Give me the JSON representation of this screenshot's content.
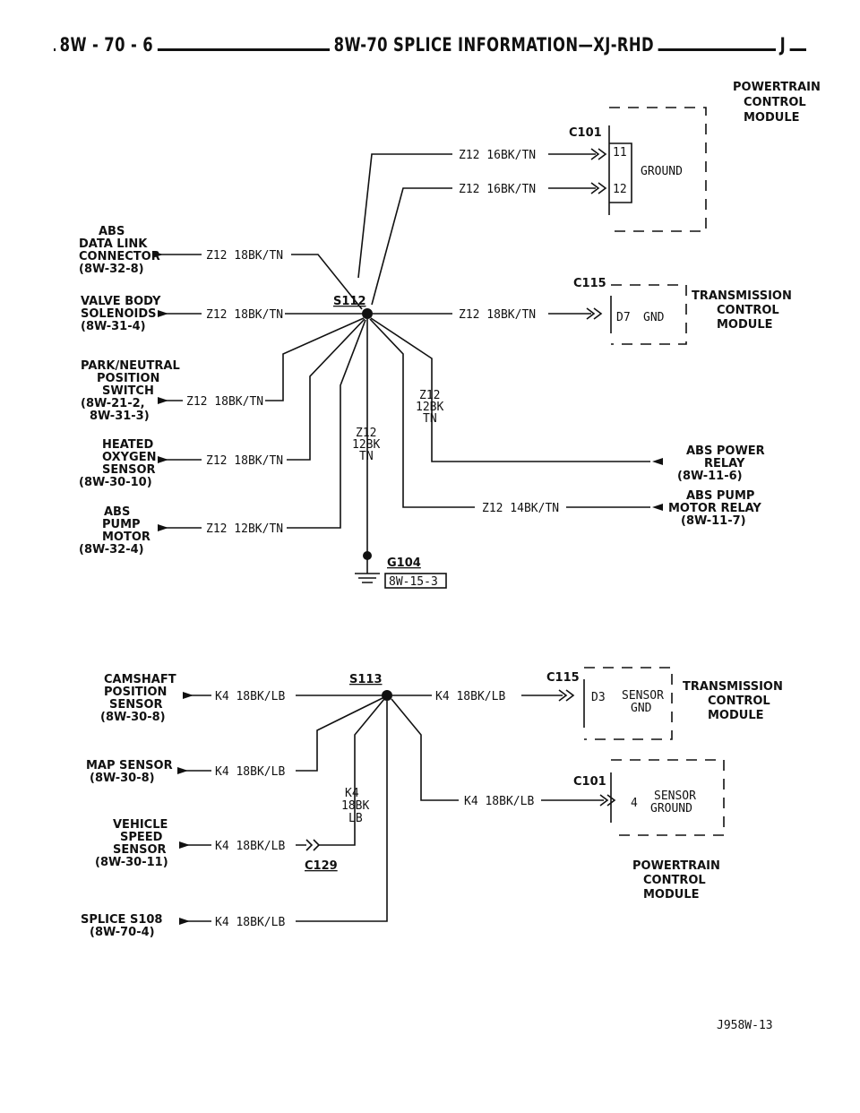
{
  "header": {
    "page_number": "8W - 70 - 6",
    "section_title": "8W-70 SPLICE INFORMATION—XJ-RHD",
    "brand_mark": "J"
  },
  "figure_id": "J958W-13",
  "upper": {
    "splice": "S112",
    "ground": {
      "id": "G104",
      "ref": "8W-15-3"
    },
    "vertical_wire": [
      "Z12",
      "12BK",
      "TN"
    ],
    "right_vertical_wire": [
      "Z12",
      "12BK",
      "TN"
    ],
    "pcm": {
      "title": [
        "POWERTRAIN",
        "CONTROL",
        "MODULE"
      ],
      "connector": "C101",
      "pins": [
        "11",
        "12"
      ],
      "function": "GROUND",
      "wire1": "Z12 16BK/TN",
      "wire2": "Z12 16BK/TN"
    },
    "tcm": {
      "title": [
        "TRANSMISSION",
        "CONTROL",
        "MODULE"
      ],
      "connector": "C115",
      "pin": "D7",
      "function": "GND",
      "wire": "Z12 18BK/TN"
    },
    "left": [
      {
        "name": [
          "ABS",
          "DATA LINK",
          "CONNECTOR",
          "(8W-32-8)"
        ],
        "wire": "Z12 18BK/TN"
      },
      {
        "name": [
          "VALVE BODY",
          "SOLENOIDS",
          "(8W-31-4)"
        ],
        "wire": "Z12 18BK/TN"
      },
      {
        "name": [
          "PARK/NEUTRAL",
          "POSITION",
          "SWITCH",
          "(8W-21-2,",
          "8W-31-3)"
        ],
        "wire": "Z12 18BK/TN"
      },
      {
        "name": [
          "HEATED",
          "OXYGEN",
          "SENSOR",
          "(8W-30-10)"
        ],
        "wire": "Z12 18BK/TN"
      },
      {
        "name": [
          "ABS",
          "PUMP",
          "MOTOR",
          "(8W-32-4)"
        ],
        "wire": "Z12 12BK/TN"
      }
    ],
    "right": [
      {
        "name": [
          "ABS POWER",
          "RELAY",
          "(8W-11-6)"
        ]
      },
      {
        "name": [
          "ABS PUMP",
          "MOTOR RELAY",
          "(8W-11-7)"
        ],
        "wire": "Z12 14BK/TN"
      }
    ]
  },
  "lower": {
    "splice": "S113",
    "connector_c129": "C129",
    "vertical_wire": [
      "K4",
      "18BK",
      "LB"
    ],
    "tcm": {
      "title": [
        "TRANSMISSION",
        "CONTROL",
        "MODULE"
      ],
      "connector": "C115",
      "pin": "D3",
      "function": [
        "SENSOR",
        "GND"
      ],
      "wire": "K4 18BK/LB"
    },
    "pcm": {
      "title": [
        "POWERTRAIN",
        "CONTROL",
        "MODULE"
      ],
      "connector": "C101",
      "pin": "4",
      "function": [
        "SENSOR",
        "GROUND"
      ],
      "wire": "K4 18BK/LB"
    },
    "left": [
      {
        "name": [
          "CAMSHAFT",
          "POSITION",
          "SENSOR",
          "(8W-30-8)"
        ],
        "wire": "K4 18BK/LB"
      },
      {
        "name": [
          "MAP SENSOR",
          "(8W-30-8)"
        ],
        "wire": "K4 18BK/LB"
      },
      {
        "name": [
          "VEHICLE",
          "SPEED",
          "SENSOR",
          "(8W-30-11)"
        ],
        "wire": "K4 18BK/LB"
      },
      {
        "name": [
          "SPLICE S108",
          "(8W-70-4)"
        ],
        "wire": "K4 18BK/LB"
      }
    ]
  }
}
